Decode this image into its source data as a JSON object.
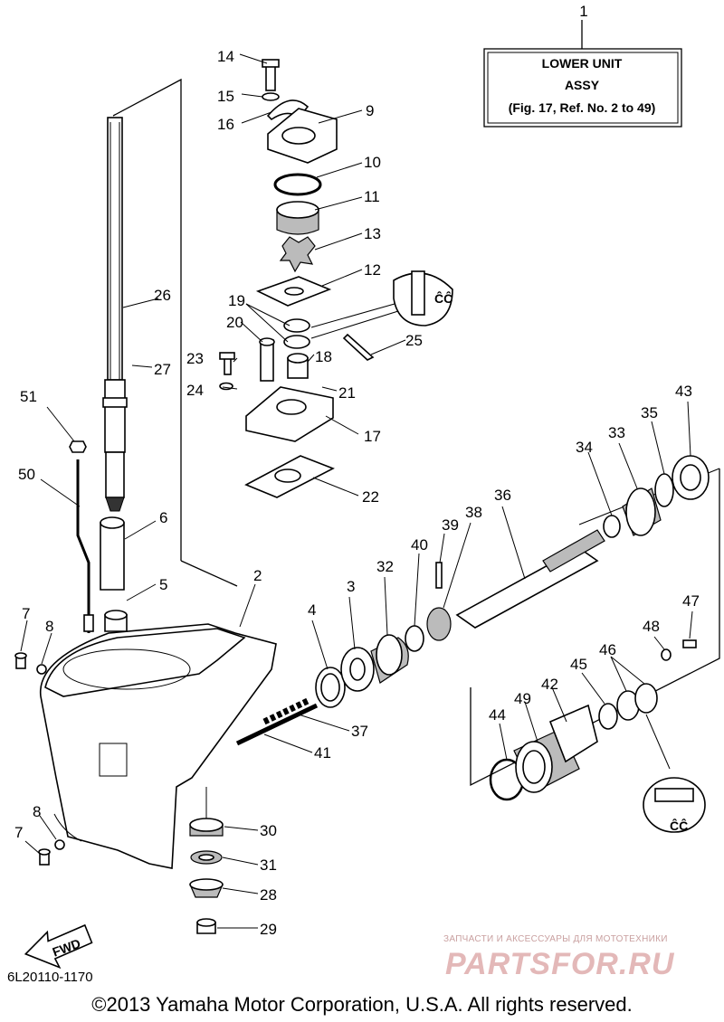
{
  "assembly_box": {
    "line1": "LOWER UNIT",
    "line2": "ASSY",
    "line3": "(Fig. 17, Ref. No. 2 to 49)"
  },
  "callouts": {
    "n1": "1",
    "n2": "2",
    "n3": "3",
    "n4": "4",
    "n5": "5",
    "n6": "6",
    "n7a": "7",
    "n7b": "7",
    "n8a": "8",
    "n8b": "8",
    "n9": "9",
    "n10": "10",
    "n11": "11",
    "n12": "12",
    "n13": "13",
    "n14": "14",
    "n15": "15",
    "n16": "16",
    "n17": "17",
    "n18": "18",
    "n19": "19",
    "n20": "20",
    "n21": "21",
    "n22": "22",
    "n23": "23",
    "n24": "24",
    "n25": "25",
    "n26": "26",
    "n27": "27",
    "n28": "28",
    "n29": "29",
    "n30": "30",
    "n31": "31",
    "n32": "32",
    "n33": "33",
    "n34": "34",
    "n35": "35",
    "n36": "36",
    "n37": "37",
    "n38": "38",
    "n39": "39",
    "n40": "40",
    "n41": "41",
    "n42": "42",
    "n43": "43",
    "n44": "44",
    "n45": "45",
    "n46": "46",
    "n47": "47",
    "n48": "48",
    "n49": "49",
    "n50": "50",
    "n51": "51"
  },
  "fwd_label": "FWD",
  "figure_code": "6L20110-1170",
  "copyright": "©2013 Yamaha Motor Corporation, U.S.A. All rights reserved.",
  "watermark": {
    "tagline": "ЗАПЧАСТИ И АКСЕССУАРЫ ДЛЯ МОТОТЕХНИКИ",
    "logo": "PARTSFOR.RU"
  }
}
